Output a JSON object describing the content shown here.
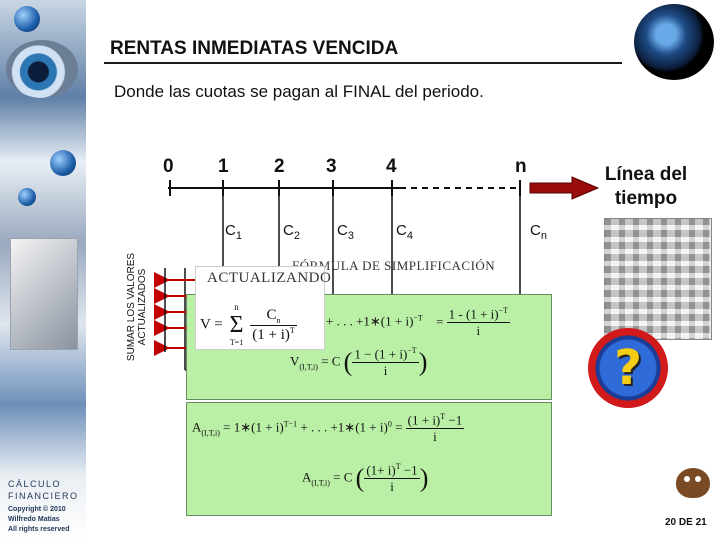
{
  "slide": {
    "title": "RENTAS INMEDIATAS VENCIDA",
    "subtitle": "Donde las cuotas se pagan al FINAL del periodo.",
    "page_number": "20 DE 21"
  },
  "sidebar": {
    "course_line1": "CÁLCULO",
    "course_line2": "FINANCIERO",
    "copyright": "Copyright © 2010",
    "author": "Wilfredo Matias",
    "rights": "All rights reserved"
  },
  "timeline": {
    "periods": [
      "0",
      "1",
      "2",
      "3",
      "4",
      "n"
    ],
    "cuotas": [
      {
        "base": "C",
        "sub": "1"
      },
      {
        "base": "C",
        "sub": "2"
      },
      {
        "base": "C",
        "sub": "3"
      },
      {
        "base": "C",
        "sub": "4"
      },
      {
        "base": "C",
        "sub": "n"
      }
    ],
    "linea_line1": "Línea del",
    "linea_line2": "tiempo",
    "vertical_label_line1": "SUMAR LOS VALORES",
    "vertical_label_line2": "ACTUALIZADOS"
  },
  "formulas": {
    "formula_label": "FÓRMULA DE SIMPLIFICACIÓN",
    "actualizando": "ACTUALIZANDO",
    "v_left": "V =",
    "sum_top": "n",
    "sum_symbol": "Σ",
    "sum_bottom": "T=1",
    "v_num": "C",
    "v_num_sub": "n",
    "v_den": "(1 + i)",
    "v_den_sup": "T",
    "series_v": "+ . . . +1∗(1 + i)",
    "series_v_sup": "−T",
    "eq_sign": "=",
    "annuity_num": "1 - (1 + i)",
    "annuity_num_sup": "−T",
    "annuity_den": "i",
    "vf_left": "V",
    "vf_sub": "(I,T,i)",
    "vf_eq": "= C",
    "vf_num": "1 − (1 + i)",
    "vf_num_sup": "−T",
    "vf_den": "i",
    "af_left": "A",
    "af_sub": "(I,T,i)",
    "af_series": "= 1∗(1 + i)",
    "af_series_sup": "T−1",
    "af_series_mid": "+ . . . +1∗(1 + i)",
    "af_series_mid_sup": "0",
    "af_eq": "=",
    "af_num": "(1 + i)",
    "af_num_sup": "T",
    "af_num_tail": " −1",
    "af_den": "i",
    "af2_left": "A",
    "af2_sub": "(I,T,i)",
    "af2_eq": "= C",
    "af2_num": "(1+ i)",
    "af2_num_sup": "T",
    "af2_num_tail": " −1",
    "af2_den": "i"
  },
  "colors": {
    "green_box": "#b9f0a6",
    "arrow_red": "#c00000",
    "title_text": "#111111"
  },
  "icons": [
    "globe-icon",
    "question-mark-icon",
    "maze-image",
    "cartoon-character-icon"
  ]
}
